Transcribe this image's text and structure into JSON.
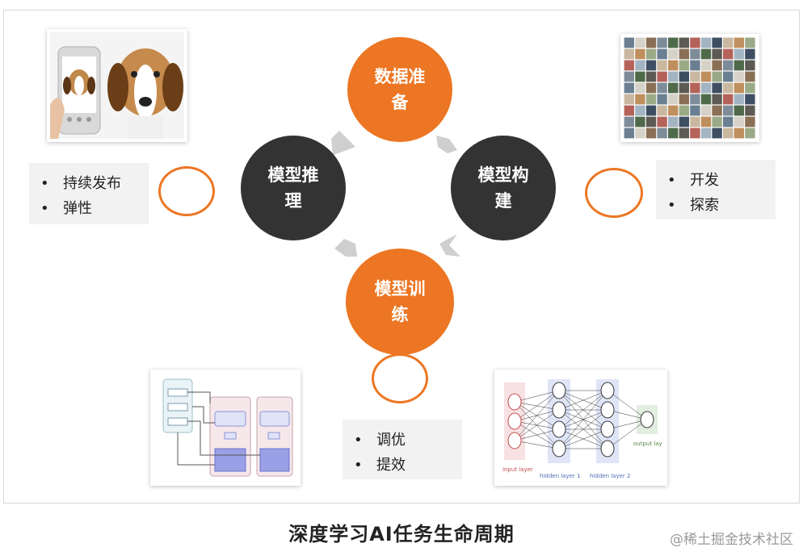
{
  "nodes": {
    "data_prep": {
      "line1": "数据准",
      "line2": "备"
    },
    "build": {
      "line1": "模型构",
      "line2": "建"
    },
    "train": {
      "line1": "模型训",
      "line2": "练"
    },
    "infer": {
      "line1": "模型推",
      "line2": "理"
    }
  },
  "boxes": {
    "infer": {
      "items": [
        "持续发布",
        "弹性"
      ]
    },
    "build": {
      "items": [
        "开发",
        "探索"
      ]
    },
    "train": {
      "items": [
        "调优",
        "提效"
      ]
    }
  },
  "nn_figure": {
    "input_label": "input layer",
    "hidden1_label": "hidden layer 1",
    "hidden2_label": "hidden layer 2",
    "output_label": "output layer"
  },
  "caption": "深度学习AI任务生命周期",
  "watermark": "@稀土掘金技术社区",
  "colors": {
    "accent": "#ec7623",
    "dark": "#333333",
    "arrow": "#cfcfcf",
    "box": "#f2f2f2"
  }
}
